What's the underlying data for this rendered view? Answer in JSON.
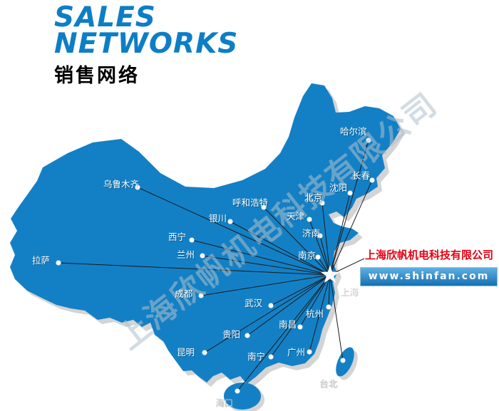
{
  "header": {
    "title_line1": "SALES",
    "title_line2": "NETWORKS",
    "subtitle": "销售网络"
  },
  "map": {
    "hub": {
      "name": "上海"
    },
    "cities": [
      {
        "name": "哈尔滨"
      },
      {
        "name": "长春"
      },
      {
        "name": "沈阳"
      },
      {
        "name": "北京"
      },
      {
        "name": "天津"
      },
      {
        "name": "济南"
      },
      {
        "name": "南京"
      },
      {
        "name": "乌鲁木齐"
      },
      {
        "name": "呼和浩特"
      },
      {
        "name": "银川"
      },
      {
        "name": "西宁"
      },
      {
        "name": "兰州"
      },
      {
        "name": "拉萨"
      },
      {
        "name": "成都"
      },
      {
        "name": "武汉"
      },
      {
        "name": "南昌"
      },
      {
        "name": "贵阳"
      },
      {
        "name": "昆明"
      },
      {
        "name": "南宁"
      },
      {
        "name": "广州"
      },
      {
        "name": "杭州"
      },
      {
        "name": "台北"
      },
      {
        "name": "海口"
      }
    ]
  },
  "company": {
    "name": "上海欣帆机电科技有限公司",
    "website": "www.shinfan.com"
  },
  "watermark": {
    "text": "上海欣帆机电科技有限公司"
  },
  "colors": {
    "title_blue": "#0d7ec6",
    "map_blue": "#1380c6",
    "map_shadow": "#d4d4d4",
    "line_black": "#1a1a1a",
    "company_red": "#e60012",
    "banner_blue": "#1470b4"
  }
}
